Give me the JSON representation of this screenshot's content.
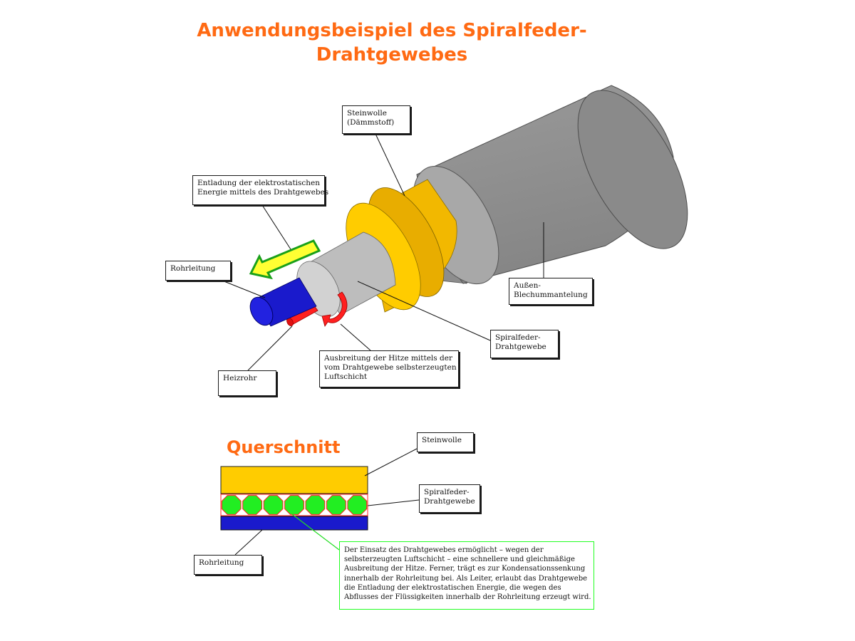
{
  "title": {
    "line1": "Anwendungsbeispiel des Spiralfeder-",
    "line2": "Drahtgewebes"
  },
  "cross_section_title": "Querschnitt",
  "labels": {
    "steinwolle_daemmstoff": [
      "Steinwolle",
      "(Dämmstoff)"
    ],
    "entladung": [
      "Entladung der elektrostatischen",
      "Energie mittels des Drahtgewebes"
    ],
    "rohrleitung_top": [
      "Rohrleitung"
    ],
    "aussen_blechummantelung": [
      "Außen-",
      "Blechummantelung"
    ],
    "spiralfeder_top": [
      "Spiralfeder-",
      "Drahtgewebe"
    ],
    "ausbreitung": [
      "Ausbreitung der Hitze mittels der",
      "vom Drahtgewebe selbsterzeugten",
      "Luftschicht"
    ],
    "heizrohr": [
      "Heizrohr"
    ],
    "steinwolle_bottom": [
      "Steinwolle"
    ],
    "spiralfeder_bottom": [
      "Spiralfeder-",
      "Drahtgewebe"
    ],
    "rohrleitung_bottom": [
      "Rohrleitung"
    ]
  },
  "note": [
    "Der Einsatz des Drahtgewebes ermöglicht – wegen der",
    "selbsterzeugten Luftschicht – eine schnellere und gleichmäßige",
    "Ausbreitung der Hitze.  Ferner, trägt es zur Kondensationssenkung",
    "innerhalb der Rohrleitung bei. Als Leiter, erlaubt das Drahtgewebe",
    "die Entladung der elektrostatischen Energie, die wegen des",
    "Abflusses der Flüssigkeiten innerhalb der Rohrleitung erzeugt wird."
  ],
  "colors": {
    "title": "#ff6a13",
    "jacket": "#8c8c8c",
    "jacket_dark": "#6e6e6e",
    "jacket_ring": "#a9a9a9",
    "insulation": "#ffcc00",
    "insulation_dark": "#e3a800",
    "mesh_layer": "#c3c3c3",
    "pipe": "#1a1acc",
    "heating_tube": "#ff2020",
    "mesh_cell": "#22ee22",
    "note_border": "#22ff22"
  },
  "cross_section_mesh_cells": 7
}
